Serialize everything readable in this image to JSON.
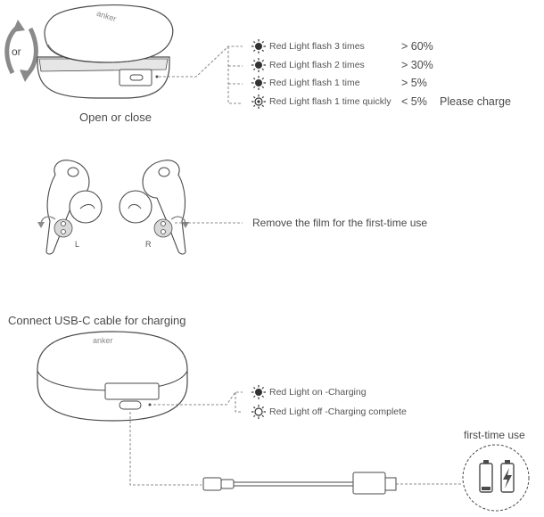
{
  "case_open": {
    "or_label": "or",
    "caption": "Open or close",
    "brand": "anker"
  },
  "battery_indicators": [
    {
      "text": "Red Light flash 3 times",
      "level": "> 60%",
      "note": ""
    },
    {
      "text": "Red Light flash 2 times",
      "level": "> 30%",
      "note": ""
    },
    {
      "text": "Red Light flash 1 time",
      "level": "> 5%",
      "note": ""
    },
    {
      "text": "Red Light flash 1 time quickly",
      "level": "< 5%",
      "note": "Please charge"
    }
  ],
  "earbuds": {
    "left_label": "L",
    "right_label": "R",
    "instruction": "Remove the film for the first-time use"
  },
  "charging": {
    "title": "Connect USB-C cable for charging",
    "brand": "anker",
    "states": [
      {
        "text": "Red Light on -Charging"
      },
      {
        "text": "Red Light off -Charging complete"
      }
    ],
    "first_time_label": "first-time use"
  },
  "colors": {
    "line": "#4a4a4a",
    "arrow": "#8a8a8a",
    "case_fill": "#ffffff",
    "case_shade": "#e6e6e6",
    "bud_shade": "#d9d9d9"
  }
}
